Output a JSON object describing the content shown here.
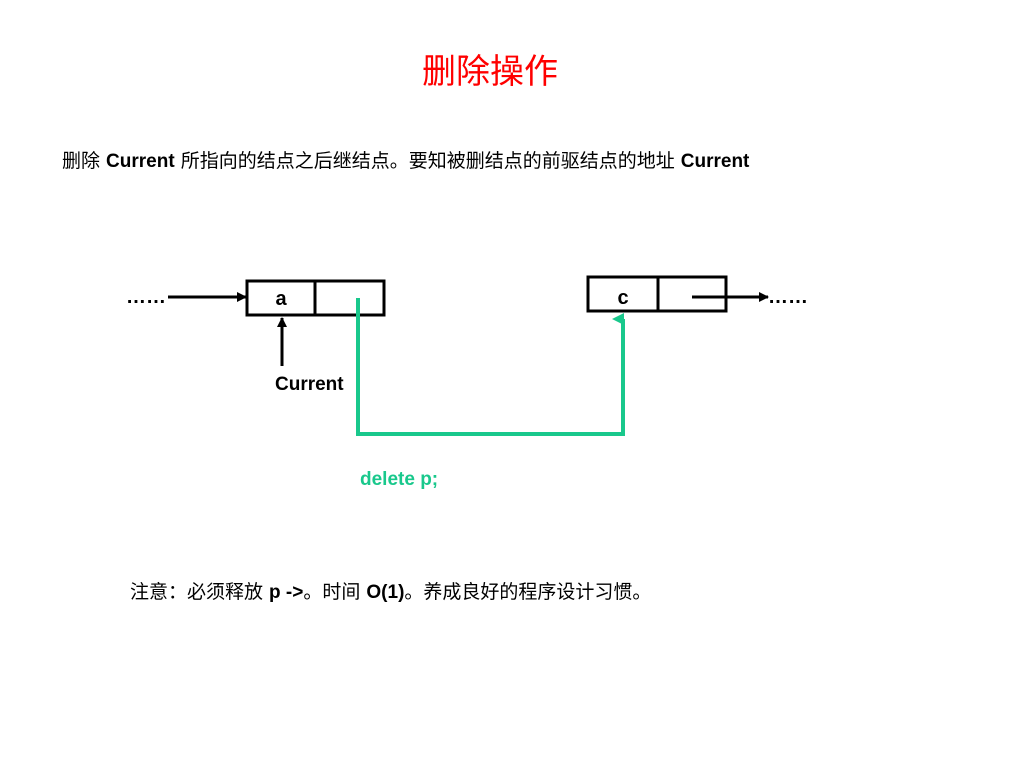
{
  "slide": {
    "title": "删除操作",
    "description": {
      "part1": "删除 ",
      "term1": "Current",
      "part2": " 所指向的结点之后继结点。要知被删结点的前驱结点的地址 ",
      "term2": "Current"
    },
    "note": {
      "part1": "注意：必须释放 ",
      "term1": "p ->",
      "part2": "。时间 ",
      "term2": "O(1)",
      "part3": "。养成良好的程序设计习惯。"
    }
  },
  "diagram": {
    "node_a": {
      "value": "a"
    },
    "node_c": {
      "value": "c"
    },
    "leading_dots": "……",
    "trailing_dots": "……",
    "pointer_label": "Current",
    "code_label": "delete p;",
    "colors": {
      "title": "#ff0000",
      "link": "#19c88c",
      "stroke": "#000000"
    }
  }
}
